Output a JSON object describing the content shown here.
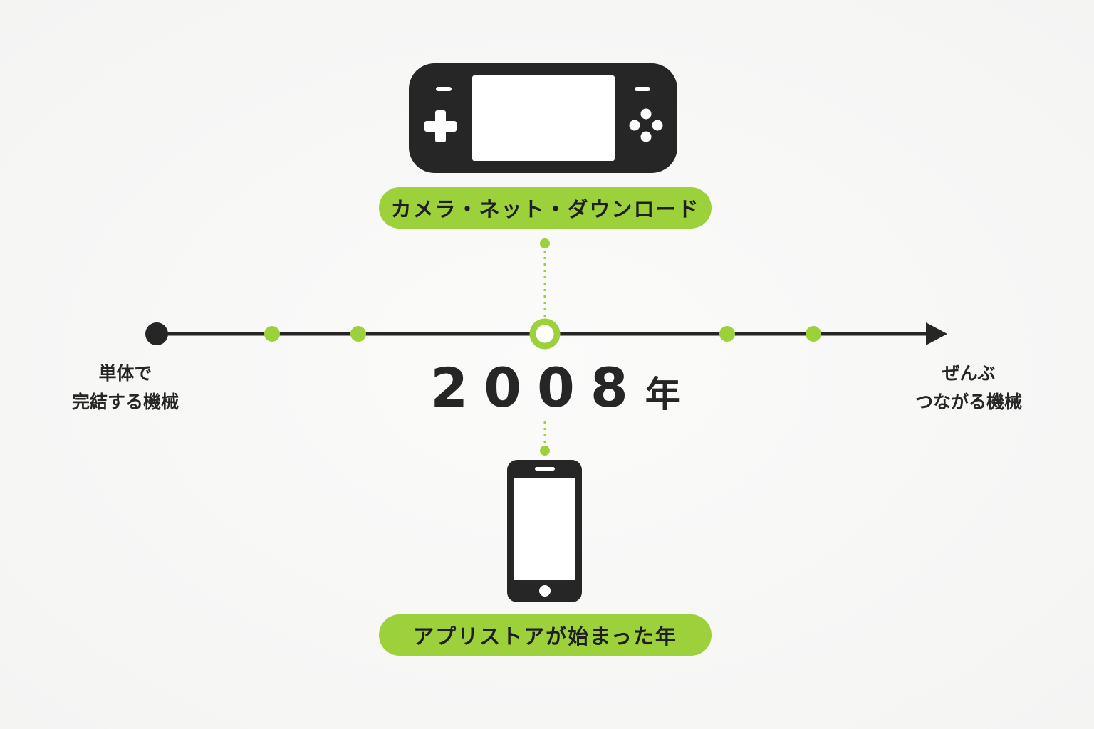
{
  "timeline": {
    "start_label": [
      "単体で",
      "完結する機械"
    ],
    "end_label": [
      "ぜんぶ",
      "つながる機械"
    ],
    "year_number": "2008",
    "year_unit": "年"
  },
  "top_callout": {
    "icon": "handheld-game-console-icon",
    "label": "カメラ・ネット・ダウンロード"
  },
  "bottom_callout": {
    "icon": "smartphone-icon",
    "label": "アプリストアが始まった年"
  },
  "colors": {
    "accent": "#9dd13b",
    "dark": "#262626",
    "background": "#f7f7f6"
  }
}
